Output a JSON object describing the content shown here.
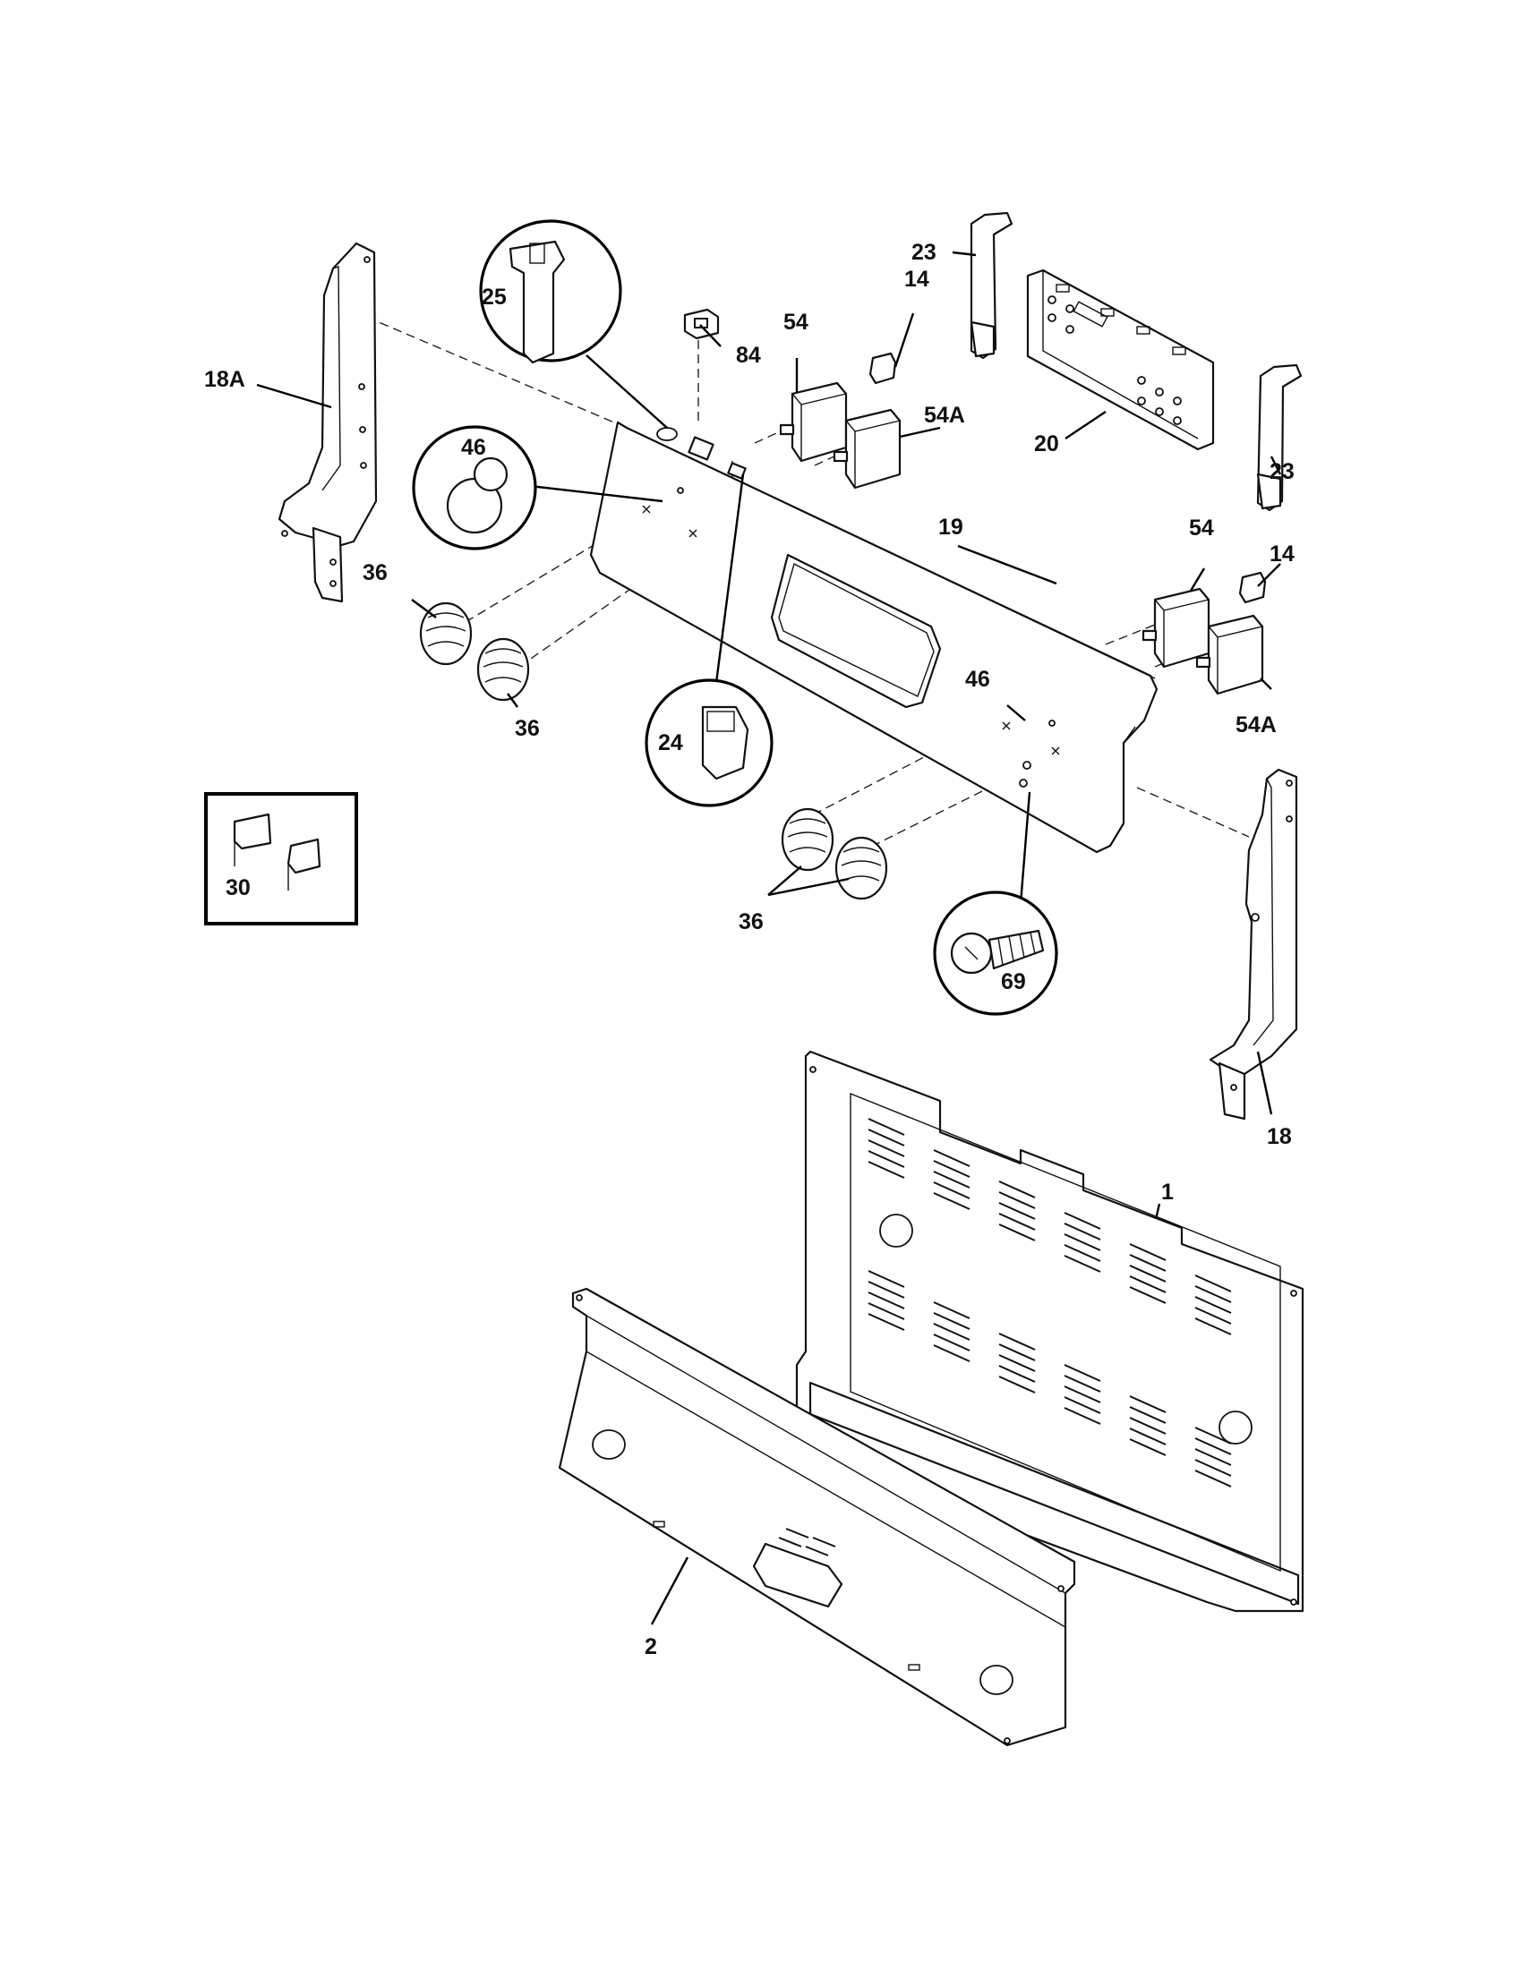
{
  "callouts": {
    "p1": "1",
    "p2": "2",
    "p14a": "14",
    "p14b": "14",
    "p18": "18",
    "p18a": "18A",
    "p19": "19",
    "p20": "20",
    "p23a": "23",
    "p23b": "23",
    "p24": "24",
    "p25": "25",
    "p30": "30",
    "p36a": "36",
    "p36b": "36",
    "p36c": "36",
    "p46a": "46",
    "p46b": "46",
    "p54a": "54",
    "p54b": "54",
    "p54Aa": "54A",
    "p54Ab": "54A",
    "p69": "69",
    "p84": "84"
  }
}
